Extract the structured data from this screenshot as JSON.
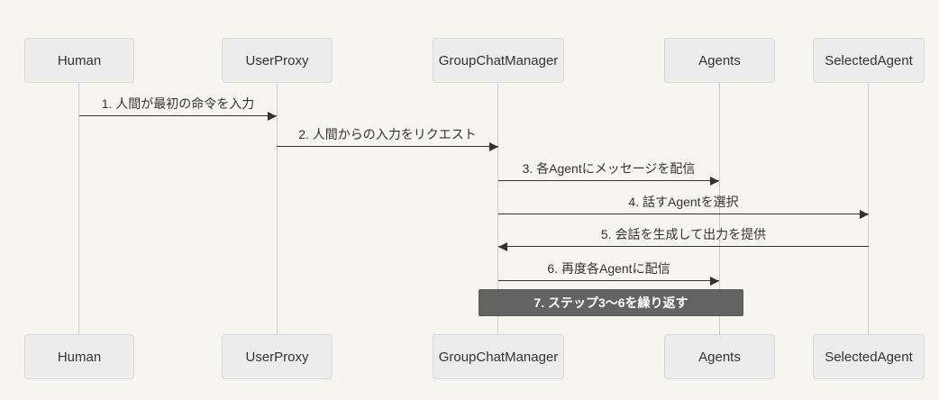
{
  "diagram": {
    "type": "sequence-diagram",
    "actors": [
      {
        "id": "human",
        "label": "Human"
      },
      {
        "id": "userproxy",
        "label": "UserProxy"
      },
      {
        "id": "groupchatmanager",
        "label": "GroupChatManager"
      },
      {
        "id": "agents",
        "label": "Agents"
      },
      {
        "id": "selectedagent",
        "label": "SelectedAgent"
      }
    ],
    "messages": [
      {
        "from": "Human",
        "to": "UserProxy",
        "direction": "right",
        "label": "1. 人間が最初の命令を入力"
      },
      {
        "from": "UserProxy",
        "to": "GroupChatManager",
        "direction": "right",
        "label": "2. 人間からの入力をリクエスト"
      },
      {
        "from": "GroupChatManager",
        "to": "Agents",
        "direction": "right",
        "label": "3. 各Agentにメッセージを配信"
      },
      {
        "from": "GroupChatManager",
        "to": "SelectedAgent",
        "direction": "right",
        "label": "4. 話すAgentを選択"
      },
      {
        "from": "SelectedAgent",
        "to": "GroupChatManager",
        "direction": "left",
        "label": "5. 会話を生成して出力を提供"
      },
      {
        "from": "GroupChatManager",
        "to": "Agents",
        "direction": "right",
        "label": "6. 再度各Agentに配信"
      }
    ],
    "note": {
      "over": "GroupChatManager, Agents",
      "label": "7. ステップ3〜6を繰り返す"
    },
    "colors": {
      "background": "#f7f5f0",
      "actor_fill": "#ececec",
      "actor_border": "#d9d9d9",
      "message_line": "#333333",
      "lifeline": "#cccccc",
      "note_fill": "#636363",
      "note_text": "#ffffff",
      "text": "#333333"
    }
  }
}
